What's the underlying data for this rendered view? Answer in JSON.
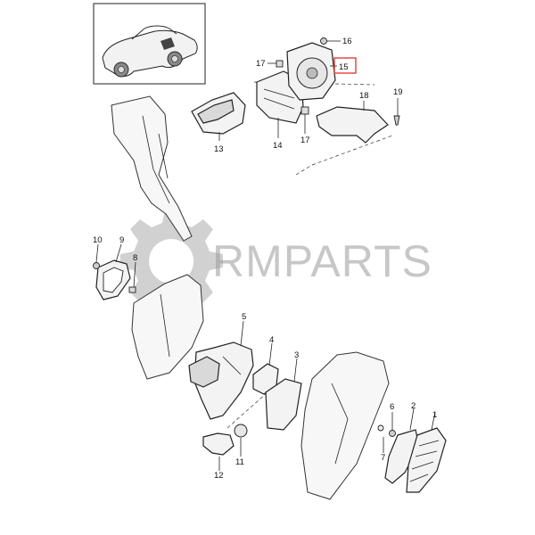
{
  "watermark": {
    "text": "RMPARTS"
  },
  "callouts": [
    {
      "id": "c1",
      "label": "1"
    },
    {
      "id": "c2",
      "label": "2"
    },
    {
      "id": "c3",
      "label": "3"
    },
    {
      "id": "c4",
      "label": "4"
    },
    {
      "id": "c5",
      "label": "5"
    },
    {
      "id": "c6",
      "label": "6"
    },
    {
      "id": "c7",
      "label": "7"
    },
    {
      "id": "c8",
      "label": "8"
    },
    {
      "id": "c9",
      "label": "9"
    },
    {
      "id": "c10",
      "label": "10"
    },
    {
      "id": "c11",
      "label": "11"
    },
    {
      "id": "c12",
      "label": "12"
    },
    {
      "id": "c13",
      "label": "13"
    },
    {
      "id": "c14",
      "label": "14"
    },
    {
      "id": "c15",
      "label": "15",
      "highlighted": true
    },
    {
      "id": "c16",
      "label": "16"
    },
    {
      "id": "c17a",
      "label": "17"
    },
    {
      "id": "c17b",
      "label": "17"
    },
    {
      "id": "c18",
      "label": "18"
    },
    {
      "id": "c19",
      "label": "19"
    }
  ],
  "colors": {
    "highlight": "#e0302a",
    "line": "#222222",
    "watermark": "#9a9a9a"
  }
}
